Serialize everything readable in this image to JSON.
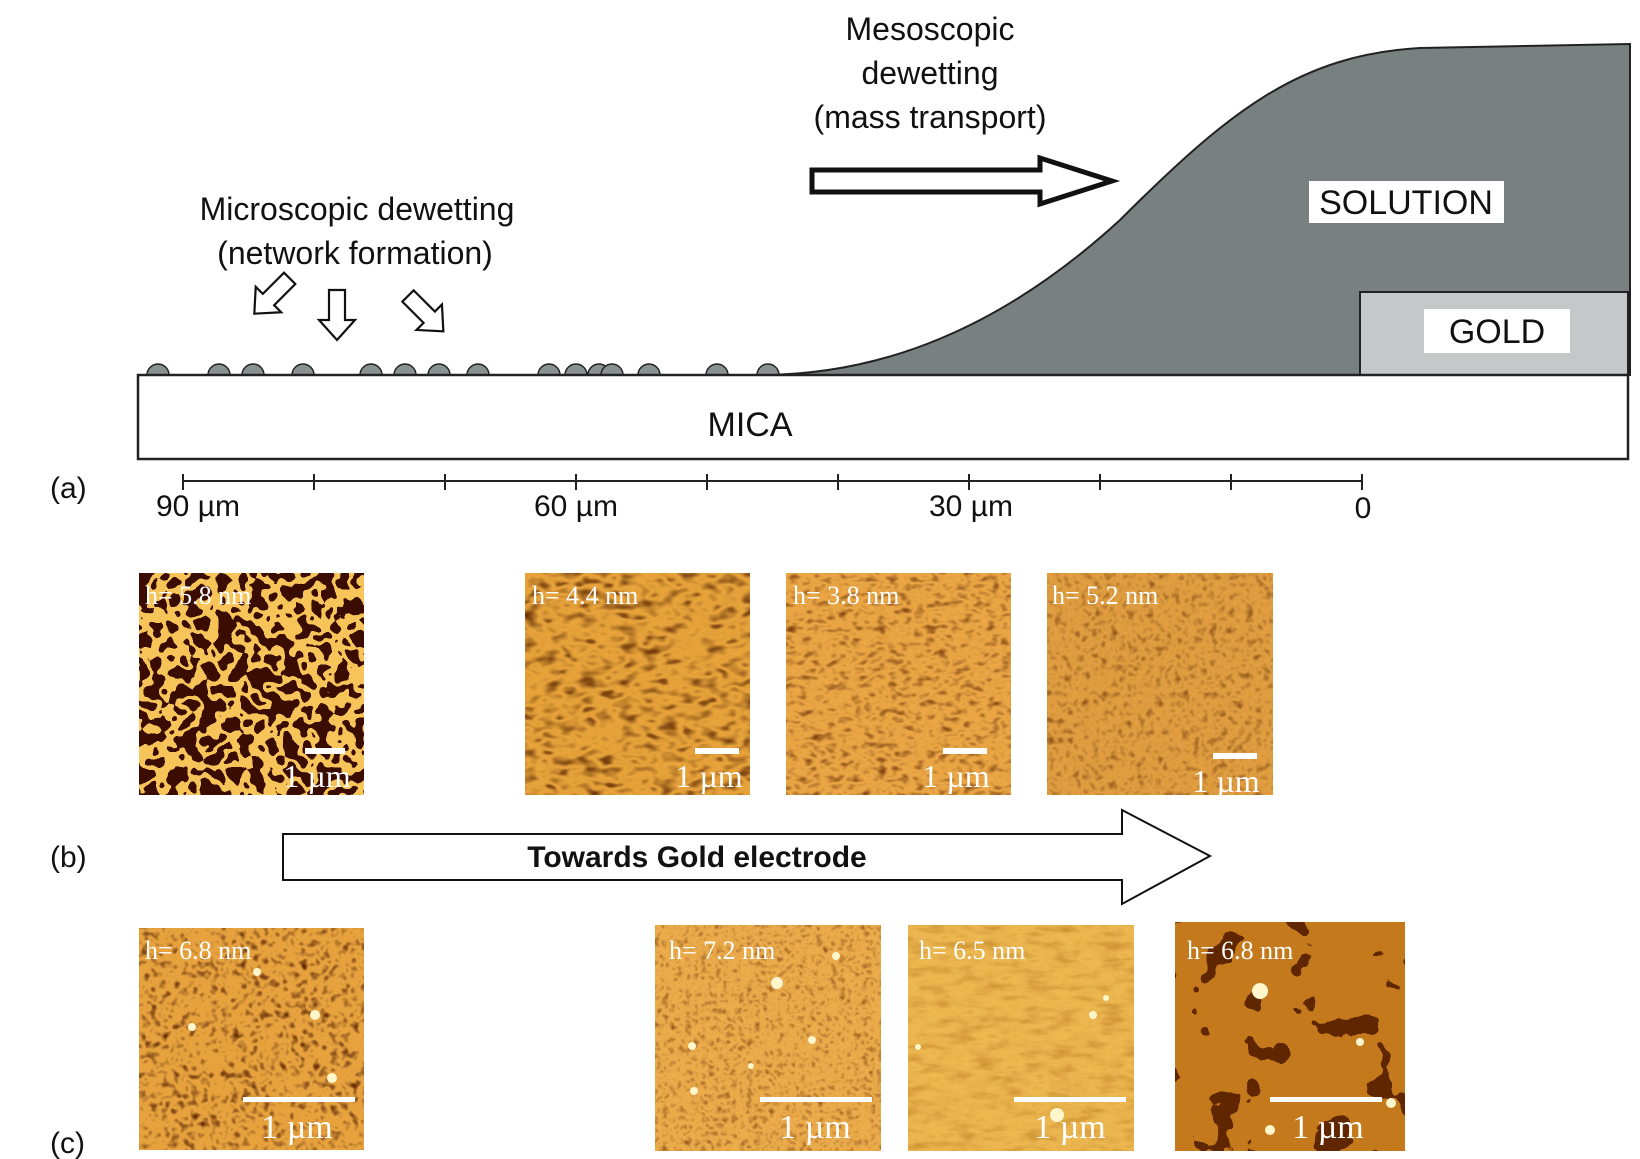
{
  "panel_a": {
    "panel_label": "(a)",
    "mesoscopic_lines": [
      "Mesoscopic",
      "dewetting",
      "(mass transport)"
    ],
    "microscopic_lines": [
      "Microscopic dewetting",
      "(network formation)"
    ],
    "solution_label": "SOLUTION",
    "gold_label": "GOLD",
    "mica_label": "MICA",
    "axis_tick_labels": [
      "90 µm",
      "60 µm",
      "30 µm",
      "0"
    ],
    "colors": {
      "solution": "#78817f",
      "gold": "#c4c8c9",
      "droplet": "#8a9291",
      "mica": "#ffffff",
      "outline": "#222222"
    }
  },
  "panel_b": {
    "panel_label": "(b)",
    "arrow_label": "Towards Gold electrode",
    "images": [
      {
        "height_label": "h= 5.8 nm",
        "scale_label": "1 µm",
        "texture": "network"
      },
      {
        "height_label": "h= 4.4 nm",
        "scale_label": "1 µm",
        "texture": "worm"
      },
      {
        "height_label": "h= 3.8 nm",
        "scale_label": "1 µm",
        "texture": "worm-fine"
      },
      {
        "height_label": "h= 5.2 nm",
        "scale_label": "1 µm",
        "texture": "grain"
      }
    ]
  },
  "panel_c": {
    "panel_label": "(c)",
    "images": [
      {
        "height_label": "h= 6.8 nm",
        "scale_label": "1 µm",
        "texture": "network-fine"
      },
      {
        "height_label": "h= 7.2 nm",
        "scale_label": "1 µm",
        "texture": "grain-dots"
      },
      {
        "height_label": "h= 6.5 nm",
        "scale_label": "1 µm",
        "texture": "smooth"
      },
      {
        "height_label": "h= 6.8 nm",
        "scale_label": "1 µm",
        "texture": "patch"
      }
    ]
  },
  "afm_colors": {
    "dark": "#3a1004",
    "mid": "#a9540c",
    "light": "#f0b23c",
    "bright": "#fff0b0"
  }
}
